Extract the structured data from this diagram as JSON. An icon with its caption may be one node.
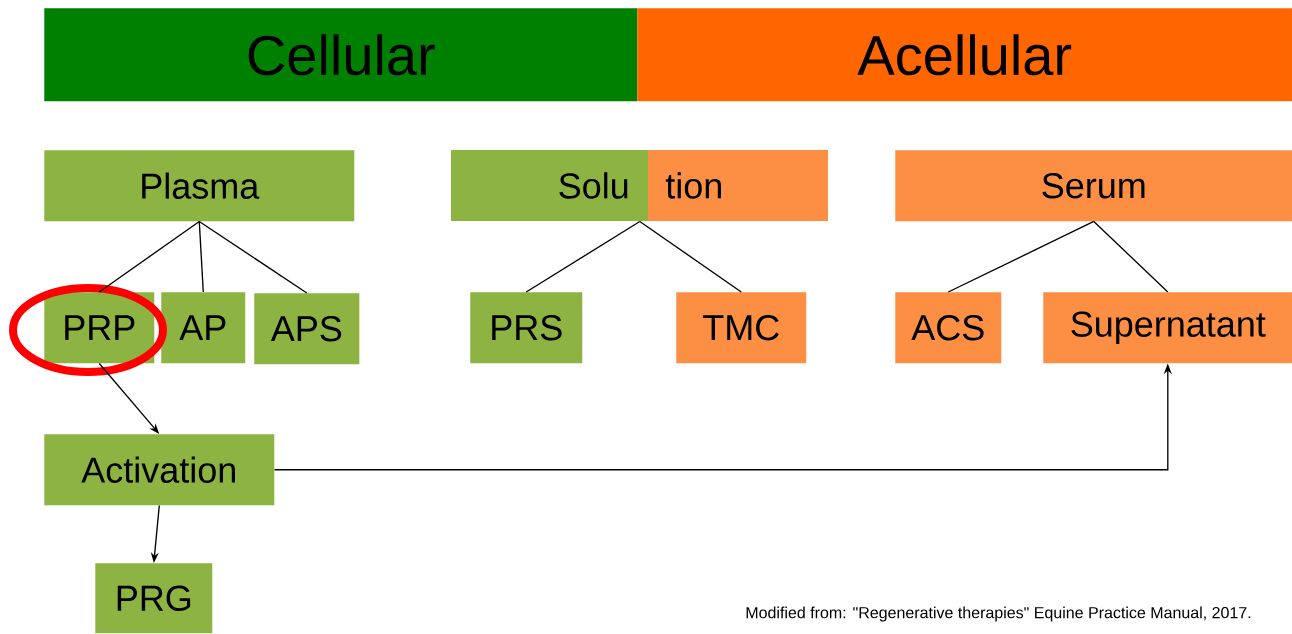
{
  "diagram": {
    "caption": "Modified from: \"Regenerative therapies\" Equine Practice Manual, 2017.",
    "nodes": [
      {
        "text": [
          "Cellular"
        ]
      },
      {
        "text": [
          "Acellular"
        ]
      },
      {
        "text": [
          "Plasma"
        ]
      },
      {
        "text": [
          "Solu",
          "tion"
        ]
      },
      {
        "text": [
          "Serum"
        ]
      },
      {
        "text": [
          "PRP"
        ]
      },
      {
        "text": [
          "AP"
        ]
      },
      {
        "text": [
          "APS"
        ]
      },
      {
        "text": [
          "PRS"
        ]
      },
      {
        "text": [
          "TMC"
        ]
      },
      {
        "text": [
          "ACS"
        ]
      },
      {
        "text": [
          "Supernatant"
        ]
      },
      {
        "text": [
          "Activation"
        ]
      },
      {
        "text": [
          "PRG"
        ]
      }
    ],
    "edges": [
      {
        "from": 2,
        "to": 5,
        "arrow": "none"
      },
      {
        "from": 2,
        "to": 6,
        "arrow": "none"
      },
      {
        "from": 2,
        "to": 7,
        "arrow": "none"
      },
      {
        "from": 3,
        "to": 8,
        "arrow": "none"
      },
      {
        "from": 3,
        "to": 9,
        "arrow": "none"
      },
      {
        "from": 4,
        "to": 10,
        "arrow": "none"
      },
      {
        "from": 4,
        "to": 11,
        "arrow": "none"
      },
      {
        "from": 5,
        "to": 12,
        "arrow": "to"
      },
      {
        "from": 12,
        "to": 13,
        "arrow": "to"
      },
      {
        "from": 12,
        "to": 11,
        "arrow": "to"
      }
    ]
  }
}
